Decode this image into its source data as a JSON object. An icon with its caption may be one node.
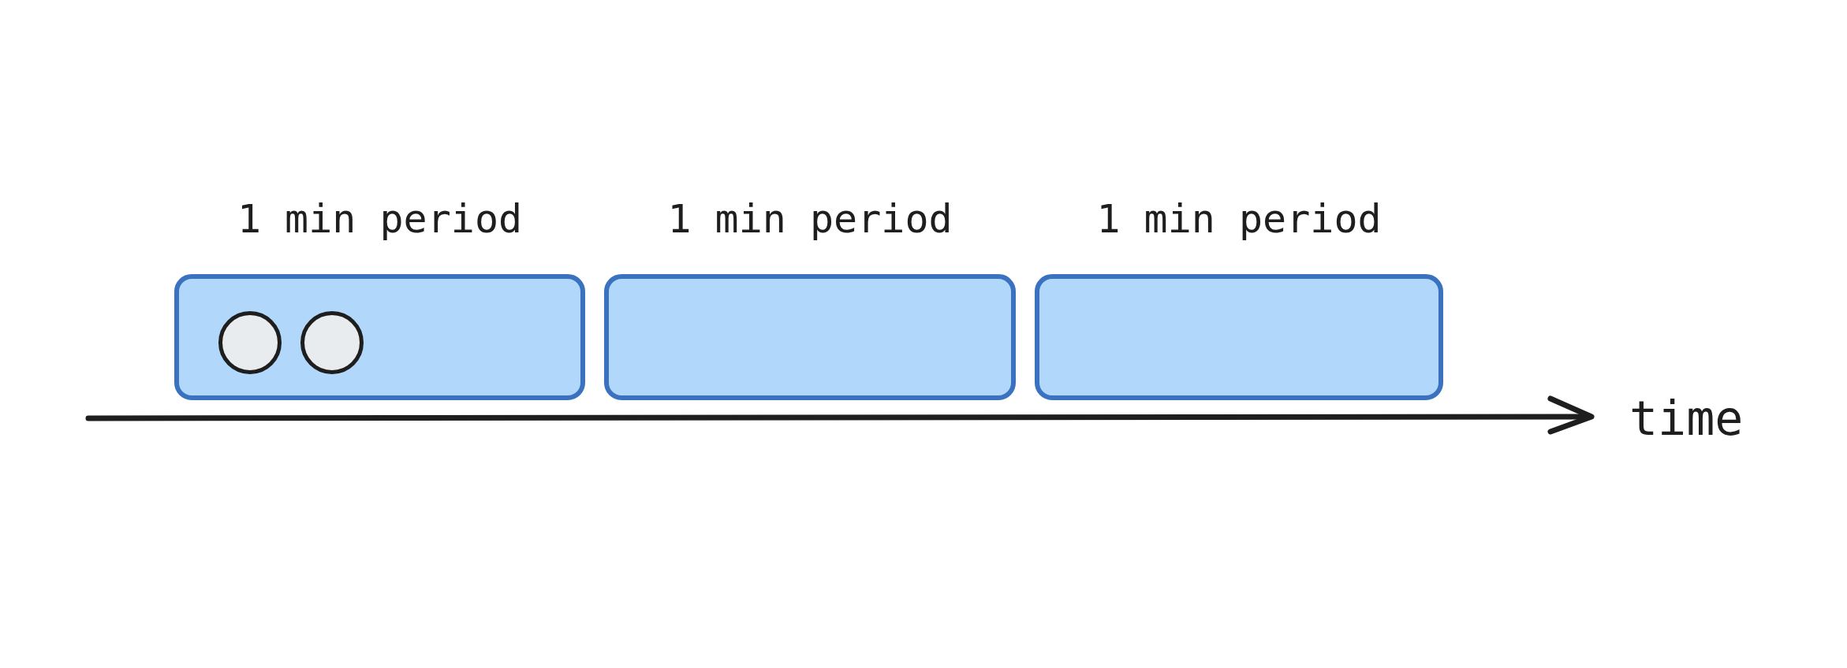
{
  "diagram": {
    "nodes": [
      {
        "text": [
          "1 min period"
        ]
      },
      {
        "text": [
          "1 min period"
        ]
      },
      {
        "text": [
          "1 min period"
        ]
      },
      {
        "text": [],
        "shape": "circle",
        "in": 0
      },
      {
        "text": [],
        "shape": "circle",
        "in": 0
      }
    ],
    "labels": [
      "time"
    ]
  }
}
